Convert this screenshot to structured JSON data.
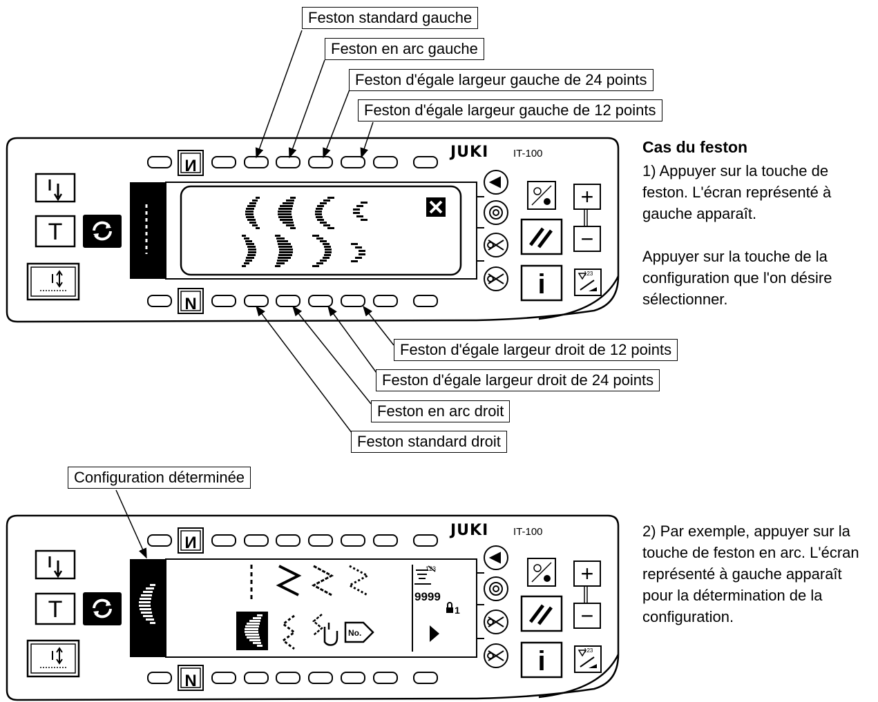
{
  "callouts_top": [
    "Feston standard gauche",
    "Feston en arc gauche",
    "Feston d'égale largeur gauche de 24 points",
    "Feston d'égale largeur gauche de 12 points"
  ],
  "callouts_bottom": [
    "Feston d'égale largeur droit de 12 points",
    "Feston d'égale largeur droit de 24 points",
    "Feston en arc droit",
    "Feston standard droit"
  ],
  "callout_config": "Configuration déterminée",
  "brand": "JUKI",
  "model": "IT-100",
  "key_top_label": "И",
  "key_bottom_label": "N",
  "key_t_label": "T",
  "key_info_label": "i",
  "key_plus": "+",
  "key_minus": "−",
  "section1": {
    "title": "Cas du feston",
    "step1": "1) Appuyer sur la touche de feston. L'écran représenté à gauche apparaît.",
    "para": "Appuyer sur la touche de la configuration que l'on désire sélectionner."
  },
  "section2": {
    "step2": "2) Par exemple, appuyer sur la touche de feston en arc. L'écran représenté à gauche apparaît pour la détermination de la configuration."
  },
  "screen2": {
    "counter": "9999",
    "lock": "1",
    "corner": "123"
  }
}
